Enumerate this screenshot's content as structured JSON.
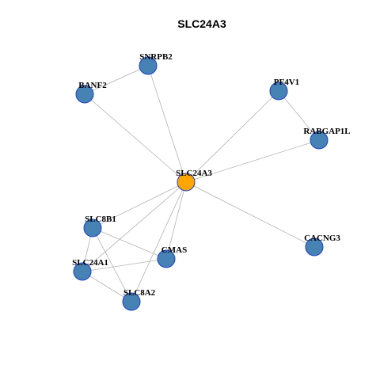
{
  "title": "SLC24A3",
  "colors": {
    "hub_fill": "#FFA500",
    "node_fill": "#4682B4",
    "node_stroke": "#1C3FCC",
    "hub_stroke": "#1C3FCC",
    "edge": "#B3B3B3",
    "label": "#000000"
  },
  "nodes": [
    {
      "id": "SLC24A3",
      "label": "SLC24A3",
      "hub": true
    },
    {
      "id": "SNRPB2",
      "label": "SNRPB2",
      "hub": false
    },
    {
      "id": "BANF2",
      "label": "BANF2",
      "hub": false
    },
    {
      "id": "PF4V1",
      "label": "PF4V1",
      "hub": false
    },
    {
      "id": "RABGAP1L",
      "label": "RABGAP1L",
      "hub": false
    },
    {
      "id": "SLC8B1",
      "label": "SLC8B1",
      "hub": false
    },
    {
      "id": "CMAS",
      "label": "CMAS",
      "hub": false
    },
    {
      "id": "SLC24A1",
      "label": "SLC24A1",
      "hub": false
    },
    {
      "id": "SLC8A2",
      "label": "SLC8A2",
      "hub": false
    },
    {
      "id": "CACNG3",
      "label": "CACNG3",
      "hub": false
    }
  ],
  "edges": [
    [
      "BANF2",
      "SNRPB2"
    ],
    [
      "BANF2",
      "SLC24A3"
    ],
    [
      "SNRPB2",
      "SLC24A3"
    ],
    [
      "PF4V1",
      "SLC24A3"
    ],
    [
      "PF4V1",
      "RABGAP1L"
    ],
    [
      "RABGAP1L",
      "SLC24A3"
    ],
    [
      "SLC24A3",
      "CACNG3"
    ],
    [
      "SLC24A3",
      "SLC8B1"
    ],
    [
      "SLC24A3",
      "SLC24A1"
    ],
    [
      "SLC24A3",
      "CMAS"
    ],
    [
      "SLC24A3",
      "SLC8A2"
    ],
    [
      "SLC8B1",
      "SLC24A1"
    ],
    [
      "SLC8B1",
      "CMAS"
    ],
    [
      "SLC8B1",
      "SLC8A2"
    ],
    [
      "SLC24A1",
      "CMAS"
    ],
    [
      "SLC24A1",
      "SLC8A2"
    ]
  ]
}
